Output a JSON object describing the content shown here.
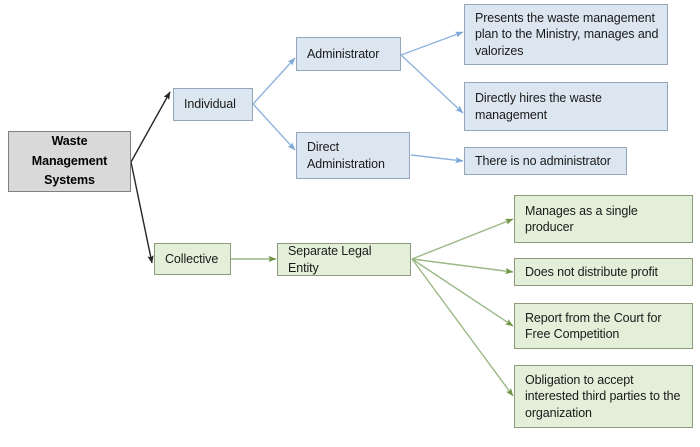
{
  "diagram": {
    "title": "Waste Management Systems",
    "colors": {
      "root_fill": "#d9d9d9",
      "root_border": "#808080",
      "blue_fill": "#dce6f1",
      "blue_border": "#95a5bb",
      "blue_arrow": "#7ba7d7",
      "green_fill": "#e3efd9",
      "green_border": "#8a9a7b",
      "green_arrow": "#6f9444",
      "black_arrow": "#262626"
    },
    "nodes": {
      "root": "Waste\nManagement\nSystems",
      "root_line1": "Waste",
      "root_line2": "Management",
      "root_line3": "Systems",
      "individual": "Individual",
      "collective": "Collective",
      "administrator": "Administrator",
      "direct_administration_line1": "Direct",
      "direct_administration_line2": "Administration",
      "separate_legal_entity": "Separate Legal Entity",
      "blue_leaf_1": "Presents the waste management plan to the Ministry, manages and valorizes",
      "blue_leaf_2": "Directly hires the waste management",
      "blue_leaf_3": "There is no administrator",
      "green_leaf_1": "Manages as a single producer",
      "green_leaf_2": "Does not distribute profit",
      "green_leaf_3": "Report from the Court for Free Competition",
      "green_leaf_4": "Obligation to accept interested third parties to the organization"
    }
  }
}
